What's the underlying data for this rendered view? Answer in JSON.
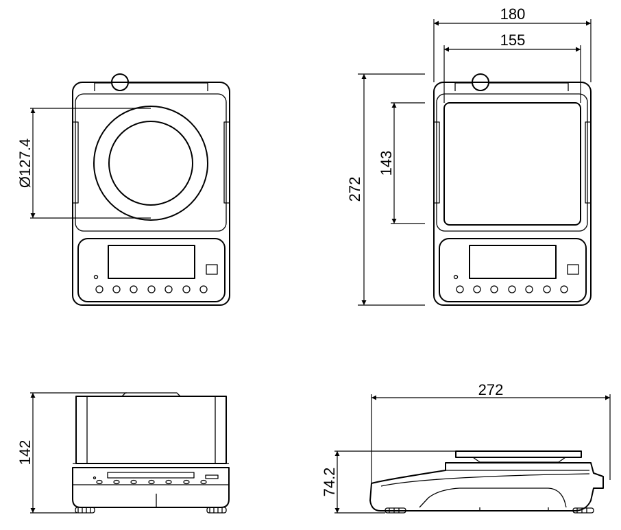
{
  "dimensions": {
    "pan_diameter": "Ø127.4",
    "width_outer": "180",
    "width_inner": "155",
    "depth_total": "272",
    "depth_draft_shield": "143",
    "height_total": "142",
    "depth_side_view": "272",
    "height_base": "74.2"
  }
}
